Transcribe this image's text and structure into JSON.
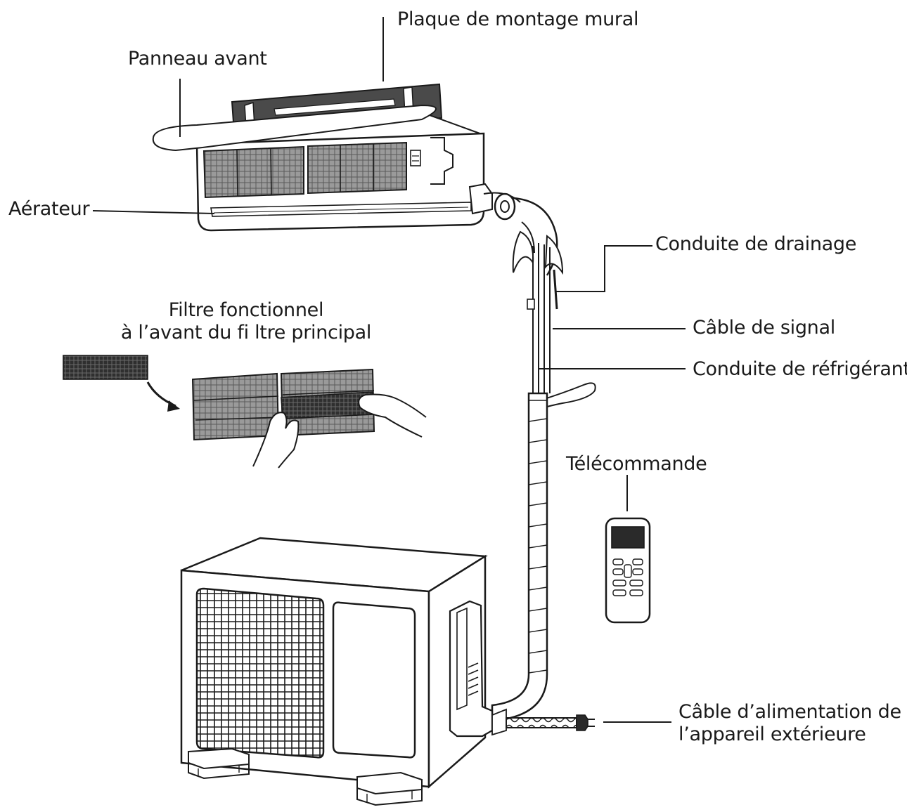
{
  "labels": {
    "wall_plate": "Plaque de montage mural",
    "front_panel": "Panneau avant",
    "aerator": "Aérateur",
    "drain_line": "Conduite de drainage",
    "filter_line1": "Filtre fonctionnel",
    "filter_line2": "à l’avant du fi ltre principal",
    "signal_cable": "Câble de signal",
    "refrigerant_line": "Conduite de réfrigérant",
    "remote": "Télécommande",
    "power_cable_line1": "Câble d’alimentation de",
    "power_cable_line2": "l’appareil extérieure"
  },
  "colors": {
    "ink": "#1a1a1a",
    "filter_fill": "#8a8a8a",
    "filter_dark": "#3a3a3a",
    "background": "#ffffff"
  },
  "icons": {
    "indoor_unit": "split-ac-indoor-unit",
    "outdoor_unit": "ac-outdoor-condenser",
    "remote": "remote-control-icon",
    "plug": "power-plug-icon",
    "arrow": "curved-arrow-icon"
  }
}
